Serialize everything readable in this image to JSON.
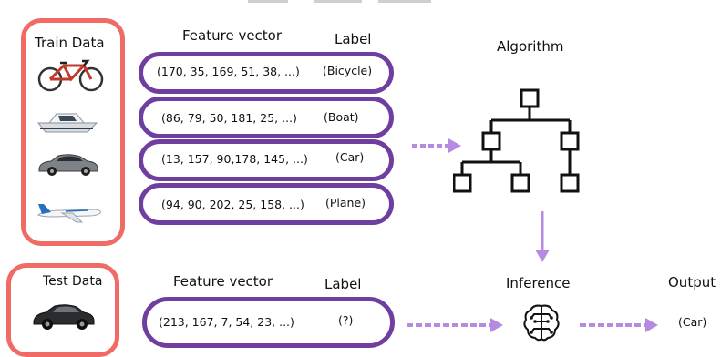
{
  "train": {
    "title": "Train Data",
    "feature_header": "Feature vector",
    "label_header": "Label",
    "rows": [
      {
        "vector": "(170, 35, 169, 51, 38, ...)",
        "label": "(Bicycle)",
        "icon": "bicycle-icon"
      },
      {
        "vector": "(86, 79, 50, 181, 25, ...)",
        "label": "(Boat)",
        "icon": "boat-icon"
      },
      {
        "vector": "(13, 157, 90,178, 145, ...)",
        "label": "(Car)",
        "icon": "car-icon"
      },
      {
        "vector": "(94, 90, 202, 25, 158, ...)",
        "label": "(Plane)",
        "icon": "plane-icon"
      }
    ]
  },
  "algorithm": {
    "title": "Algorithm",
    "icon": "decision-tree-icon"
  },
  "test": {
    "title": "Test Data",
    "feature_header": "Feature vector",
    "label_header": "Label",
    "vector": "(213, 167, 7, 54, 23, ...)",
    "label": "(?)",
    "icon": "sports-car-icon"
  },
  "inference": {
    "title": "Inference",
    "icon": "brain-chip-icon"
  },
  "output": {
    "title": "Output",
    "value": "(Car)"
  },
  "colors": {
    "red_box": "#f06b66",
    "purple": "#6f3fa0",
    "arrow": "#b48be0"
  }
}
